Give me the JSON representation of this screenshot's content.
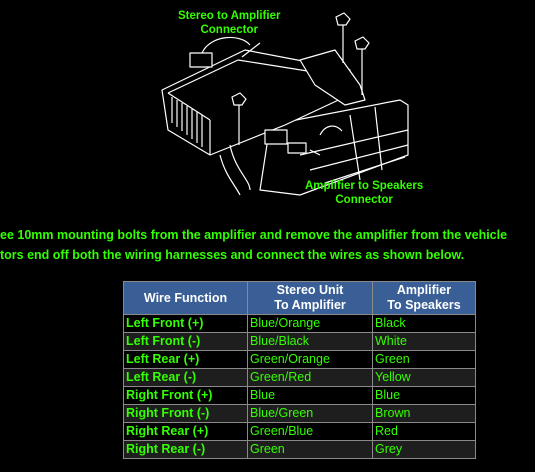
{
  "diagram": {
    "callout_top": [
      "Stereo to Amplifier",
      "Connector"
    ],
    "callout_bottom": [
      "Amplifier to Speakers",
      "Connector"
    ]
  },
  "instructions": [
    "ee 10mm mounting bolts from the amplifier and remove the amplifier from the vehicle",
    "tors end off both the wiring harnesses and connect the wires as shown below."
  ],
  "table": {
    "headers": [
      [
        "Wire Function"
      ],
      [
        "Stereo Unit",
        "To Amplifier"
      ],
      [
        "Amplifier",
        "To Speakers"
      ]
    ],
    "rows": [
      [
        "Left Front (+)",
        "Blue/Orange",
        "Black"
      ],
      [
        "Left Front (-)",
        "Blue/Black",
        "White"
      ],
      [
        "Left Rear (+)",
        "Green/Orange",
        "Green"
      ],
      [
        "Left Rear (-)",
        "Green/Red",
        "Yellow"
      ],
      [
        "Right Front (+)",
        "Blue",
        "Blue"
      ],
      [
        "Right Front (-)",
        "Blue/Green",
        "Brown"
      ],
      [
        "Right Rear (+)",
        "Green/Blue",
        "Red"
      ],
      [
        "Right Rear (-)",
        "Green",
        "Grey"
      ]
    ]
  },
  "colors": {
    "background": "#000000",
    "text_green": "#33ff00",
    "header_blue": "#3a5f96",
    "row_alt": "#1e1e1e",
    "line_art": "#ffffff"
  }
}
